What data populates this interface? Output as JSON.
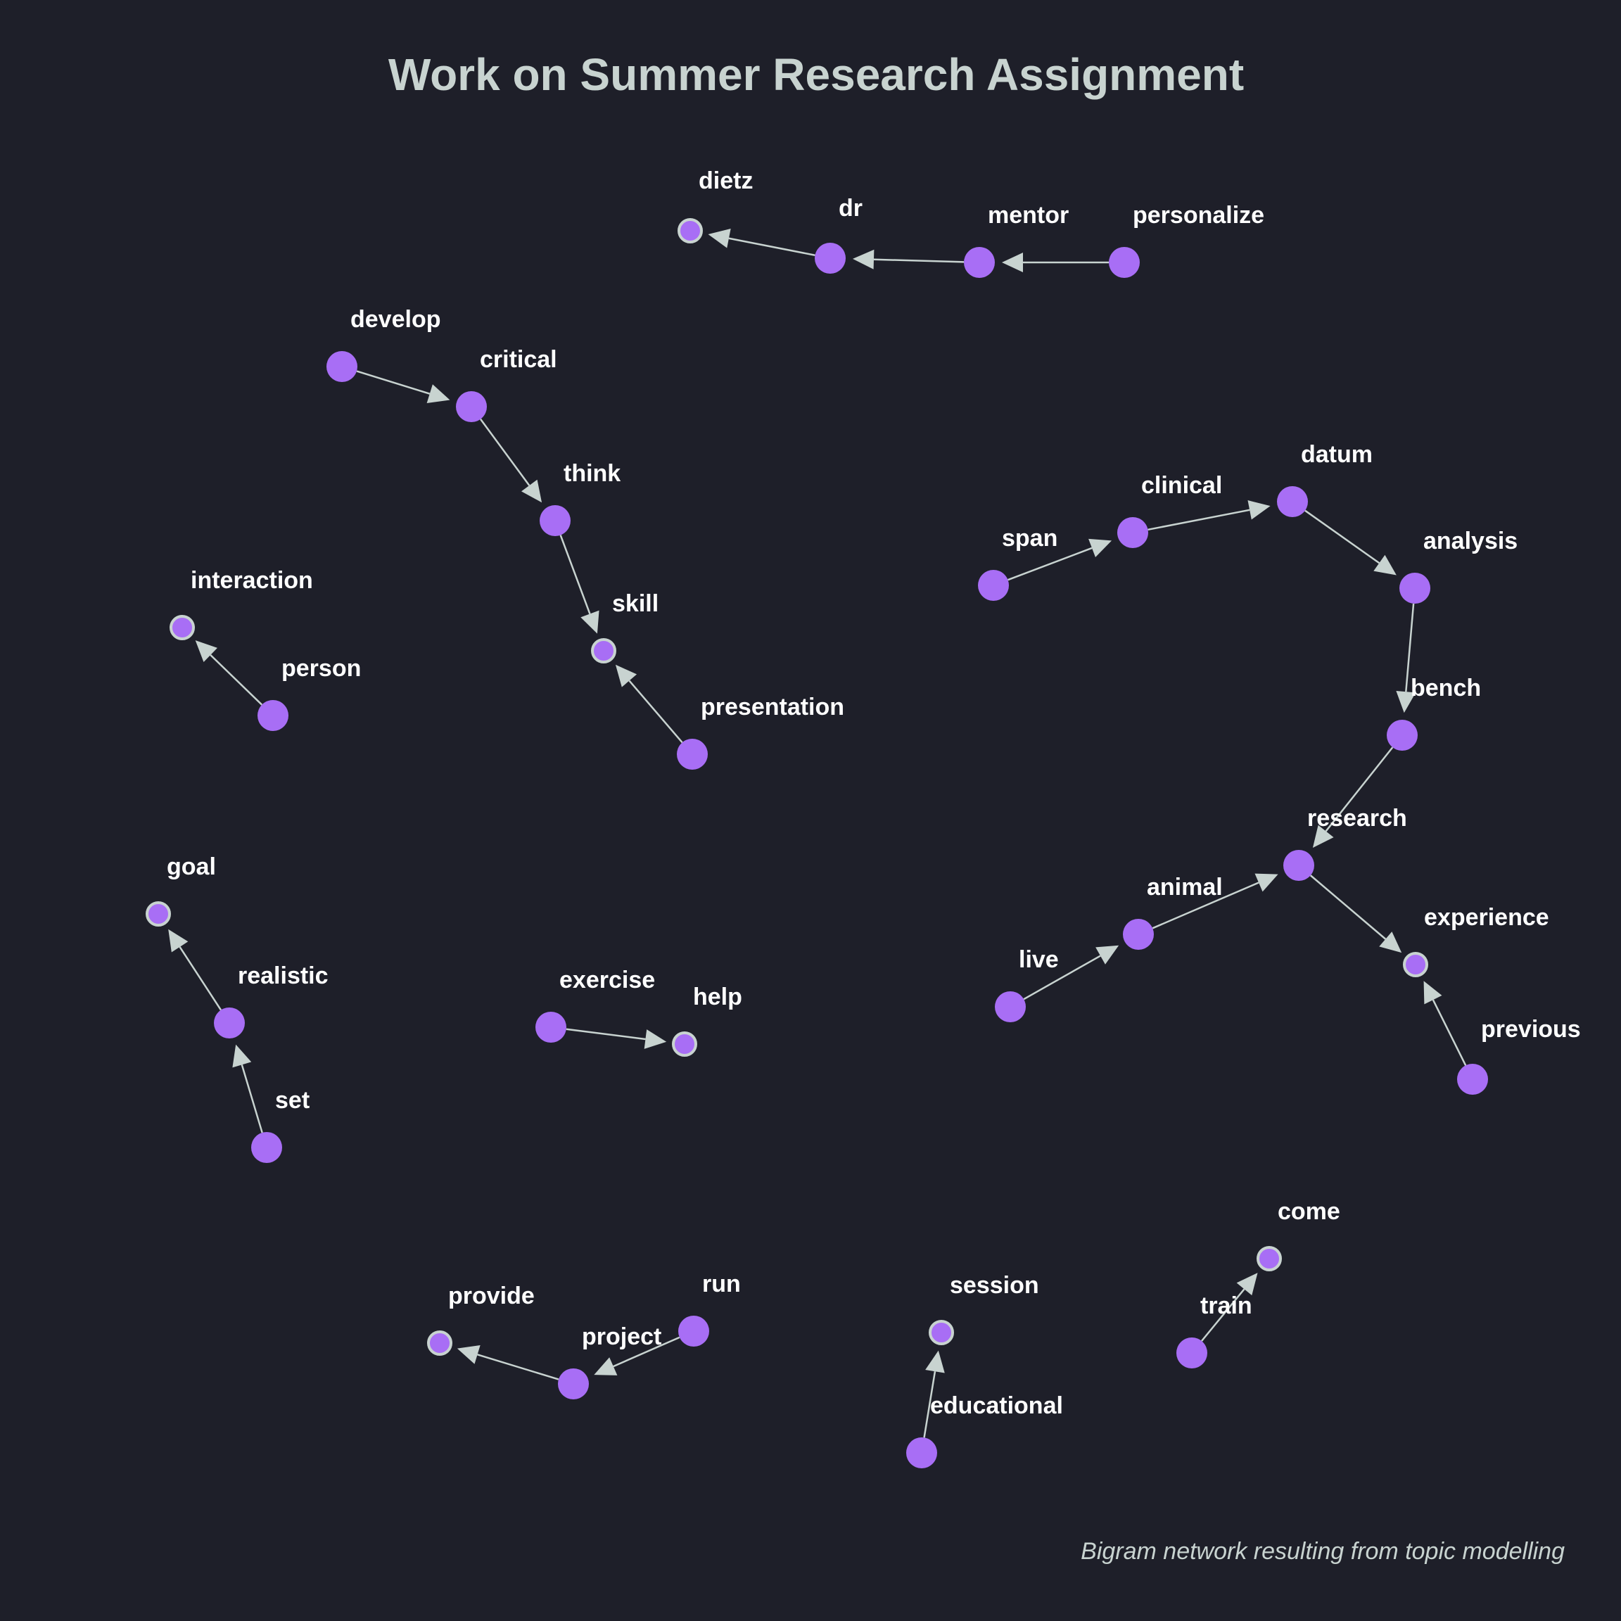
{
  "title": "Work on Summer Research Assignment",
  "caption": "Bigram network resulting from topic modelling",
  "colors": {
    "background": "#1e1f29",
    "node": "#a86ef5",
    "edge": "#c8d3d0",
    "title": "#c8d3d0",
    "label": "#ffffff",
    "caption": "#c8d3d0"
  },
  "nodes": [
    {
      "id": "dietz",
      "label": "dietz",
      "terminal": true
    },
    {
      "id": "dr",
      "label": "dr",
      "terminal": false
    },
    {
      "id": "mentor",
      "label": "mentor",
      "terminal": false
    },
    {
      "id": "personalize",
      "label": "personalize",
      "terminal": false
    },
    {
      "id": "develop",
      "label": "develop",
      "terminal": false
    },
    {
      "id": "critical",
      "label": "critical",
      "terminal": false
    },
    {
      "id": "think",
      "label": "think",
      "terminal": false
    },
    {
      "id": "skill",
      "label": "skill",
      "terminal": true
    },
    {
      "id": "presentation",
      "label": "presentation",
      "terminal": false
    },
    {
      "id": "interaction",
      "label": "interaction",
      "terminal": true
    },
    {
      "id": "person",
      "label": "person",
      "terminal": false
    },
    {
      "id": "span",
      "label": "span",
      "terminal": false
    },
    {
      "id": "clinical",
      "label": "clinical",
      "terminal": false
    },
    {
      "id": "datum",
      "label": "datum",
      "terminal": false
    },
    {
      "id": "analysis",
      "label": "analysis",
      "terminal": false
    },
    {
      "id": "bench",
      "label": "bench",
      "terminal": false
    },
    {
      "id": "research",
      "label": "research",
      "terminal": false
    },
    {
      "id": "animal",
      "label": "animal",
      "terminal": false
    },
    {
      "id": "live",
      "label": "live",
      "terminal": false
    },
    {
      "id": "experience",
      "label": "experience",
      "terminal": true
    },
    {
      "id": "previous",
      "label": "previous",
      "terminal": false
    },
    {
      "id": "goal",
      "label": "goal",
      "terminal": true
    },
    {
      "id": "realistic",
      "label": "realistic",
      "terminal": false
    },
    {
      "id": "set",
      "label": "set",
      "terminal": false
    },
    {
      "id": "exercise",
      "label": "exercise",
      "terminal": false
    },
    {
      "id": "help",
      "label": "help",
      "terminal": true
    },
    {
      "id": "provide",
      "label": "provide",
      "terminal": true
    },
    {
      "id": "project",
      "label": "project",
      "terminal": false
    },
    {
      "id": "run",
      "label": "run",
      "terminal": false
    },
    {
      "id": "session",
      "label": "session",
      "terminal": true
    },
    {
      "id": "educational",
      "label": "educational",
      "terminal": false
    },
    {
      "id": "come",
      "label": "come",
      "terminal": true
    },
    {
      "id": "train",
      "label": "train",
      "terminal": false
    }
  ],
  "edges": [
    {
      "from": "personalize",
      "to": "mentor"
    },
    {
      "from": "mentor",
      "to": "dr"
    },
    {
      "from": "dr",
      "to": "dietz"
    },
    {
      "from": "develop",
      "to": "critical"
    },
    {
      "from": "critical",
      "to": "think"
    },
    {
      "from": "think",
      "to": "skill"
    },
    {
      "from": "presentation",
      "to": "skill"
    },
    {
      "from": "person",
      "to": "interaction"
    },
    {
      "from": "span",
      "to": "clinical"
    },
    {
      "from": "clinical",
      "to": "datum"
    },
    {
      "from": "datum",
      "to": "analysis"
    },
    {
      "from": "analysis",
      "to": "bench"
    },
    {
      "from": "bench",
      "to": "research"
    },
    {
      "from": "live",
      "to": "animal"
    },
    {
      "from": "animal",
      "to": "research"
    },
    {
      "from": "research",
      "to": "experience"
    },
    {
      "from": "previous",
      "to": "experience"
    },
    {
      "from": "set",
      "to": "realistic"
    },
    {
      "from": "realistic",
      "to": "goal"
    },
    {
      "from": "exercise",
      "to": "help"
    },
    {
      "from": "run",
      "to": "project"
    },
    {
      "from": "project",
      "to": "provide"
    },
    {
      "from": "educational",
      "to": "session"
    },
    {
      "from": "train",
      "to": "come"
    }
  ]
}
